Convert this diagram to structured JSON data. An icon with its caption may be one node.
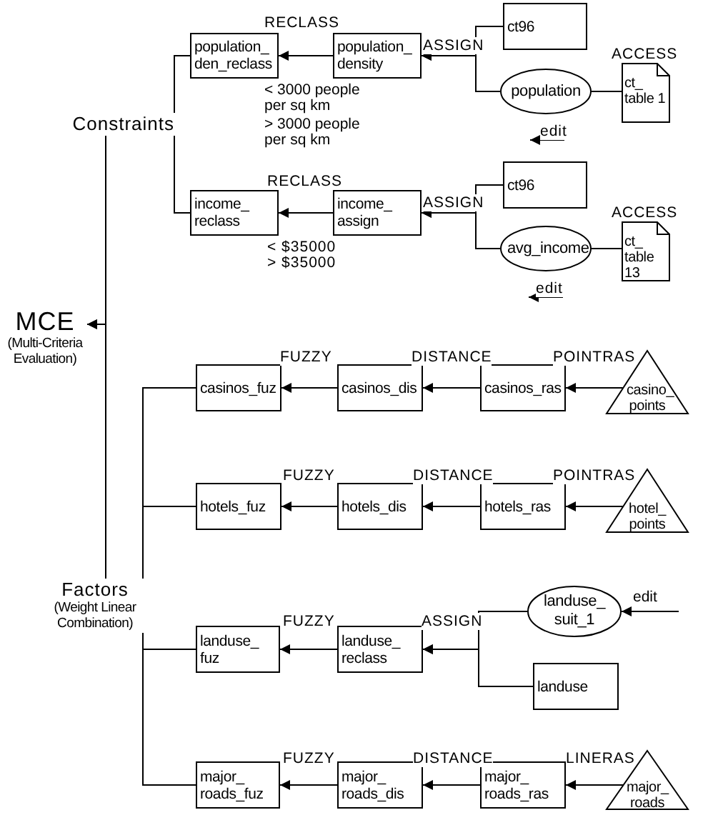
{
  "diagram": {
    "nodes": [
      {
        "text": [
          "MCE",
          "(Multi-Criteria Evaluation)"
        ]
      },
      {
        "text": [
          "Constraints"
        ]
      },
      {
        "text": [
          "Factors",
          "(Weight Linear Combination)"
        ]
      },
      {
        "text": [
          "population_ den_reclass"
        ]
      },
      {
        "text": [
          "population_ density"
        ]
      },
      {
        "text": [
          "ct96"
        ]
      },
      {
        "text": [
          "population"
        ]
      },
      {
        "text": [
          "ct_ table 1"
        ]
      },
      {
        "text": [
          "income_ reclass"
        ]
      },
      {
        "text": [
          "income_ assign"
        ]
      },
      {
        "text": [
          "ct96"
        ]
      },
      {
        "text": [
          "avg_income"
        ]
      },
      {
        "text": [
          "ct_ table 13"
        ]
      },
      {
        "text": [
          "casinos_fuz"
        ]
      },
      {
        "text": [
          "casinos_dis"
        ]
      },
      {
        "text": [
          "casinos_ras"
        ]
      },
      {
        "text": [
          "casino_ points"
        ]
      },
      {
        "text": [
          "hotels_fuz"
        ]
      },
      {
        "text": [
          "hotels_dis"
        ]
      },
      {
        "text": [
          "hotels_ras"
        ]
      },
      {
        "text": [
          "hotel_ points"
        ]
      },
      {
        "text": [
          "landuse_ fuz"
        ]
      },
      {
        "text": [
          "landuse_ reclass"
        ]
      },
      {
        "text": [
          "landuse_ suit_1"
        ]
      },
      {
        "text": [
          "landuse"
        ]
      },
      {
        "text": [
          "major_ roads_fuz"
        ]
      },
      {
        "text": [
          "major_ roads_dis"
        ]
      },
      {
        "text": [
          "major_ roads_ras"
        ]
      },
      {
        "text": [
          "major_ roads"
        ]
      }
    ],
    "edges": [
      {
        "from": 1,
        "to": 0,
        "arrow": "to"
      },
      {
        "from": 2,
        "to": 0,
        "arrow": "to"
      },
      {
        "from": 3,
        "to": 1,
        "arrow": "none"
      },
      {
        "from": 8,
        "to": 1,
        "arrow": "none"
      },
      {
        "from": 4,
        "to": 3,
        "arrow": "to"
      },
      {
        "from": 5,
        "to": 4,
        "arrow": "to"
      },
      {
        "from": 6,
        "to": 4,
        "arrow": "to"
      },
      {
        "from": 7,
        "to": 6,
        "arrow": "none"
      },
      {
        "from": 9,
        "to": 8,
        "arrow": "to"
      },
      {
        "from": 10,
        "to": 9,
        "arrow": "to"
      },
      {
        "from": 11,
        "to": 9,
        "arrow": "to"
      },
      {
        "from": 12,
        "to": 11,
        "arrow": "none"
      },
      {
        "from": 13,
        "to": 2,
        "arrow": "none"
      },
      {
        "from": 17,
        "to": 2,
        "arrow": "none"
      },
      {
        "from": 21,
        "to": 2,
        "arrow": "none"
      },
      {
        "from": 25,
        "to": 2,
        "arrow": "none"
      },
      {
        "from": 14,
        "to": 13,
        "arrow": "to"
      },
      {
        "from": 15,
        "to": 14,
        "arrow": "to"
      },
      {
        "from": 16,
        "to": 15,
        "arrow": "to"
      },
      {
        "from": 18,
        "to": 17,
        "arrow": "to"
      },
      {
        "from": 19,
        "to": 18,
        "arrow": "to"
      },
      {
        "from": 20,
        "to": 19,
        "arrow": "to"
      },
      {
        "from": 22,
        "to": 21,
        "arrow": "to"
      },
      {
        "from": 23,
        "to": 22,
        "arrow": "to"
      },
      {
        "from": 24,
        "to": 22,
        "arrow": "to"
      },
      {
        "from": null,
        "to": 23,
        "arrow": "to",
        "label": "edit"
      },
      {
        "from": 26,
        "to": 25,
        "arrow": "to"
      },
      {
        "from": 27,
        "to": 26,
        "arrow": "to"
      },
      {
        "from": 28,
        "to": 27,
        "arrow": "to"
      }
    ],
    "labels": [
      "RECLASS",
      "ASSIGN",
      "ACCESS",
      "< 3000 people per sq km",
      "> 3000 people per sq km",
      "edit",
      "RECLASS",
      "ASSIGN",
      "ACCESS",
      "< $35000",
      "> $35000",
      "edit",
      "FUZZY",
      "DISTANCE",
      "POINTRAS",
      "FUZZY",
      "DISTANCE",
      "POINTRAS",
      "FUZZY",
      "ASSIGN",
      "FUZZY",
      "DISTANCE",
      "LINERAS"
    ]
  }
}
